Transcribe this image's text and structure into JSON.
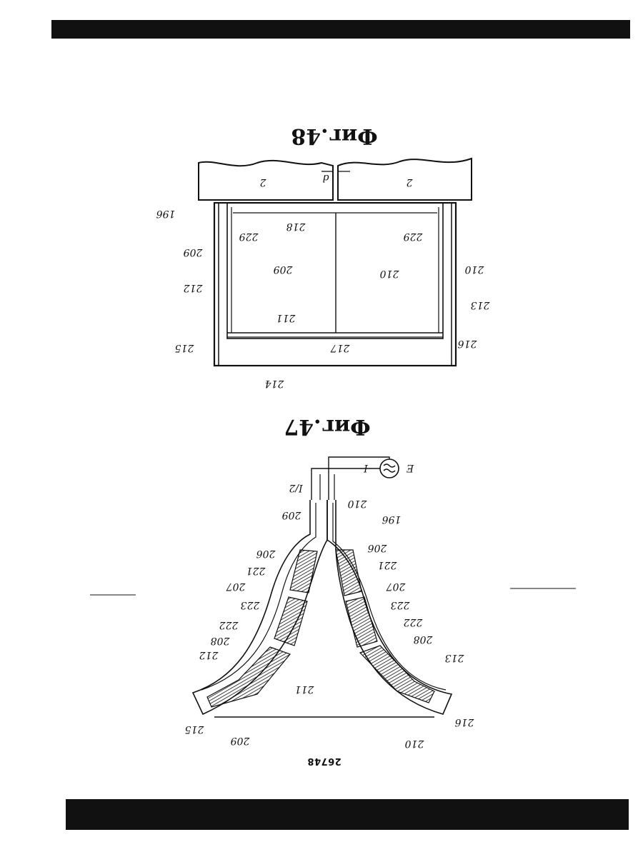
{
  "page_number": "26748",
  "fig48": {
    "caption": "Фиг.48",
    "labels": {
      "l2a": "2",
      "l2b": "2",
      "ld": "d",
      "l196": "196",
      "l229a": "229",
      "l218": "218",
      "l229b": "229",
      "l209": "209",
      "l209n": "209",
      "l210": "210",
      "l210n": "210",
      "l212": "212",
      "l213": "213",
      "l211": "211",
      "l215": "215",
      "l217": "217",
      "l216": "216",
      "l214": "214"
    }
  },
  "fig47": {
    "caption": "Фиг.47",
    "labels": {
      "E": "E",
      "I": "I",
      "I2": "I/2",
      "l210": "210",
      "l209": "209",
      "l196": "196",
      "l206a": "206",
      "l206b": "206",
      "l221a": "221",
      "l221b": "221",
      "l207a": "207",
      "l207b": "207",
      "l223a": "223",
      "l223b": "223",
      "l222a": "222",
      "l222b": "222",
      "l208a": "208",
      "l208b": "208",
      "l212": "212",
      "l213": "213",
      "l211": "211",
      "l215": "215",
      "l216": "216",
      "l209b": "209",
      "l210b": "210"
    }
  },
  "colors": {
    "ink": "#111111",
    "paper": "#ffffff"
  }
}
